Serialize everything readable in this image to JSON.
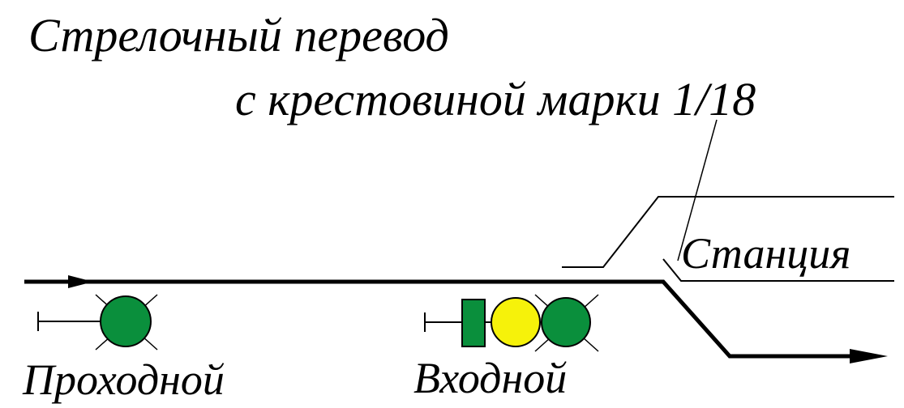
{
  "title": {
    "line1": "Стрелочный перевод",
    "line2": "с крестовиной марки 1/18"
  },
  "station_label": "Станция",
  "signals": {
    "pass_signal": {
      "label": "Проходной",
      "lights": [
        "green"
      ]
    },
    "entry_signal": {
      "label": "Входной",
      "lights": [
        "yellow",
        "green"
      ],
      "has_mast_plate": true
    }
  },
  "colors": {
    "green": "#0a8f3c",
    "yellow": "#f6f20a",
    "line": "#000000"
  }
}
